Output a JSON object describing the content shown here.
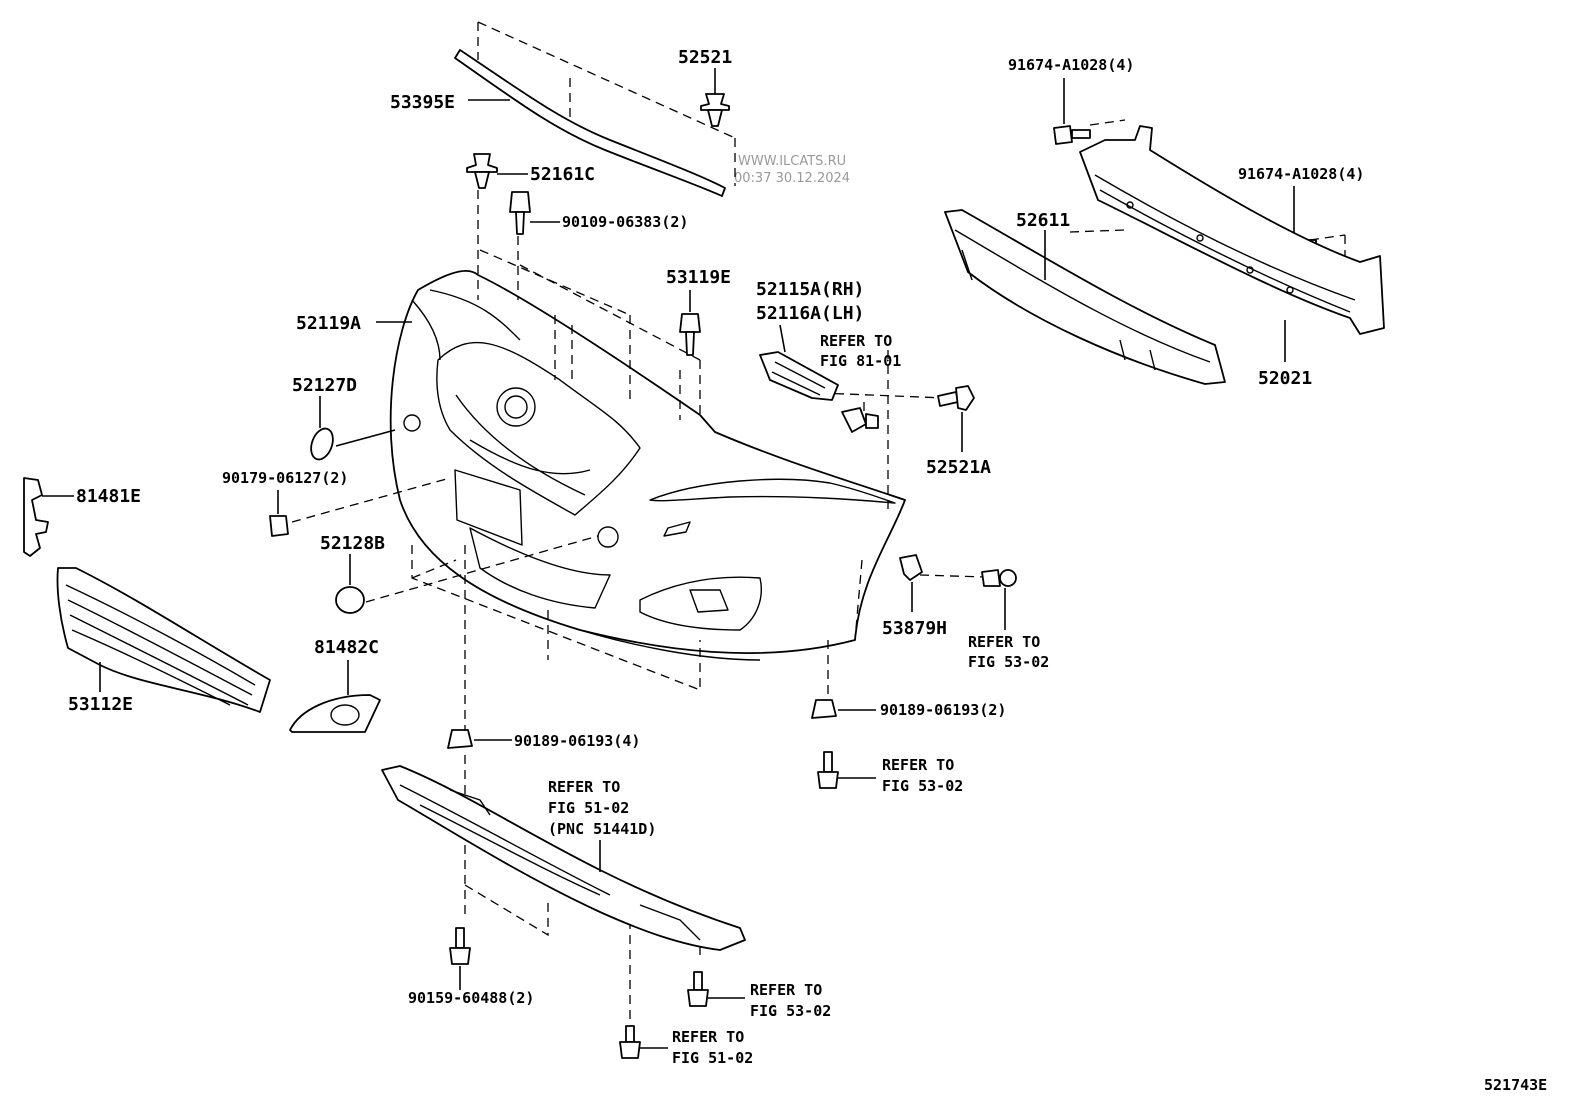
{
  "watermark": {
    "site": "WWW.ILCATS.RU",
    "timestamp": "00:37 30.12.2024"
  },
  "figure_id": "521743E",
  "parts": {
    "p53395E": "53395E",
    "p52521": "52521",
    "p52161C": "52161C",
    "p90109": "90109-06383(2)",
    "p52119A": "52119A",
    "p53119E": "53119E",
    "p52115A": "52115A(RH)",
    "p52116A": "52116A(LH)",
    "p52127D": "52127D",
    "p90179": "90179-06127(2)",
    "p81481E": "81481E",
    "p52128B": "52128B",
    "p53112E": "53112E",
    "p81482C": "81482C",
    "p52521A": "52521A",
    "p53879H": "53879H",
    "p91674a": "91674-A1028(4)",
    "p91674b": "91674-A1028(4)",
    "p52611": "52611",
    "p52021": "52021",
    "p90189a": "90189-06193(2)",
    "p90189b": "90189-06193(4)",
    "p90159": "90159-60488(2)"
  },
  "refs": {
    "r8101": [
      "REFER TO",
      "FIG 81-01"
    ],
    "r5302a": [
      "REFER TO",
      "FIG 53-02"
    ],
    "r5302b": [
      "REFER TO",
      "FIG 53-02"
    ],
    "r5102pnc": [
      "REFER TO",
      "FIG 51-02",
      "(PNC 51441D)"
    ],
    "r5302c": [
      "REFER TO",
      "FIG 53-02"
    ],
    "r5102": [
      "REFER TO",
      "FIG 51-02"
    ]
  }
}
